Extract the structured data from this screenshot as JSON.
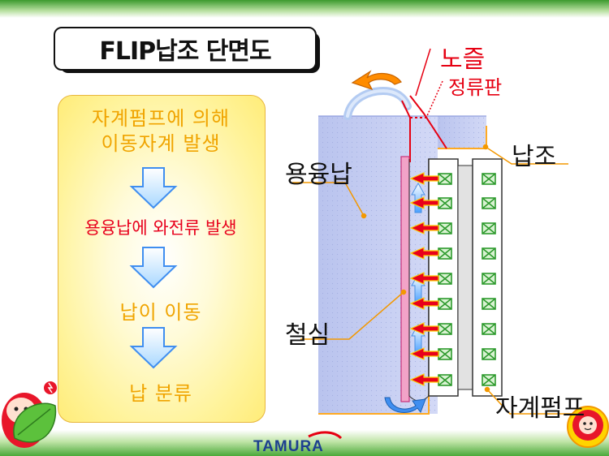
{
  "title": "FLIP납조 단면도",
  "flow": {
    "step1_line1": "자계펌프에 의해",
    "step1_line2": "이동자계 발생",
    "step2": "용융납에 와전류 발생",
    "step3": "납이 이동",
    "step4": "납 분류"
  },
  "labels": {
    "nozzle": "노즐",
    "rectifier": "정류판",
    "tank": "납조",
    "molten_solder": "용융납",
    "iron_core": "철심",
    "magnetic_pump": "자계펌프"
  },
  "logo": "TAMURA",
  "colors": {
    "solder_blue": "#c7cff1",
    "iron_core_pink": "#f2a3c8",
    "arrow_red": "#e8001c",
    "leader_orange": "#f39800",
    "coil_green": "#2d9a2d",
    "flow_orange": "#f0a400"
  }
}
